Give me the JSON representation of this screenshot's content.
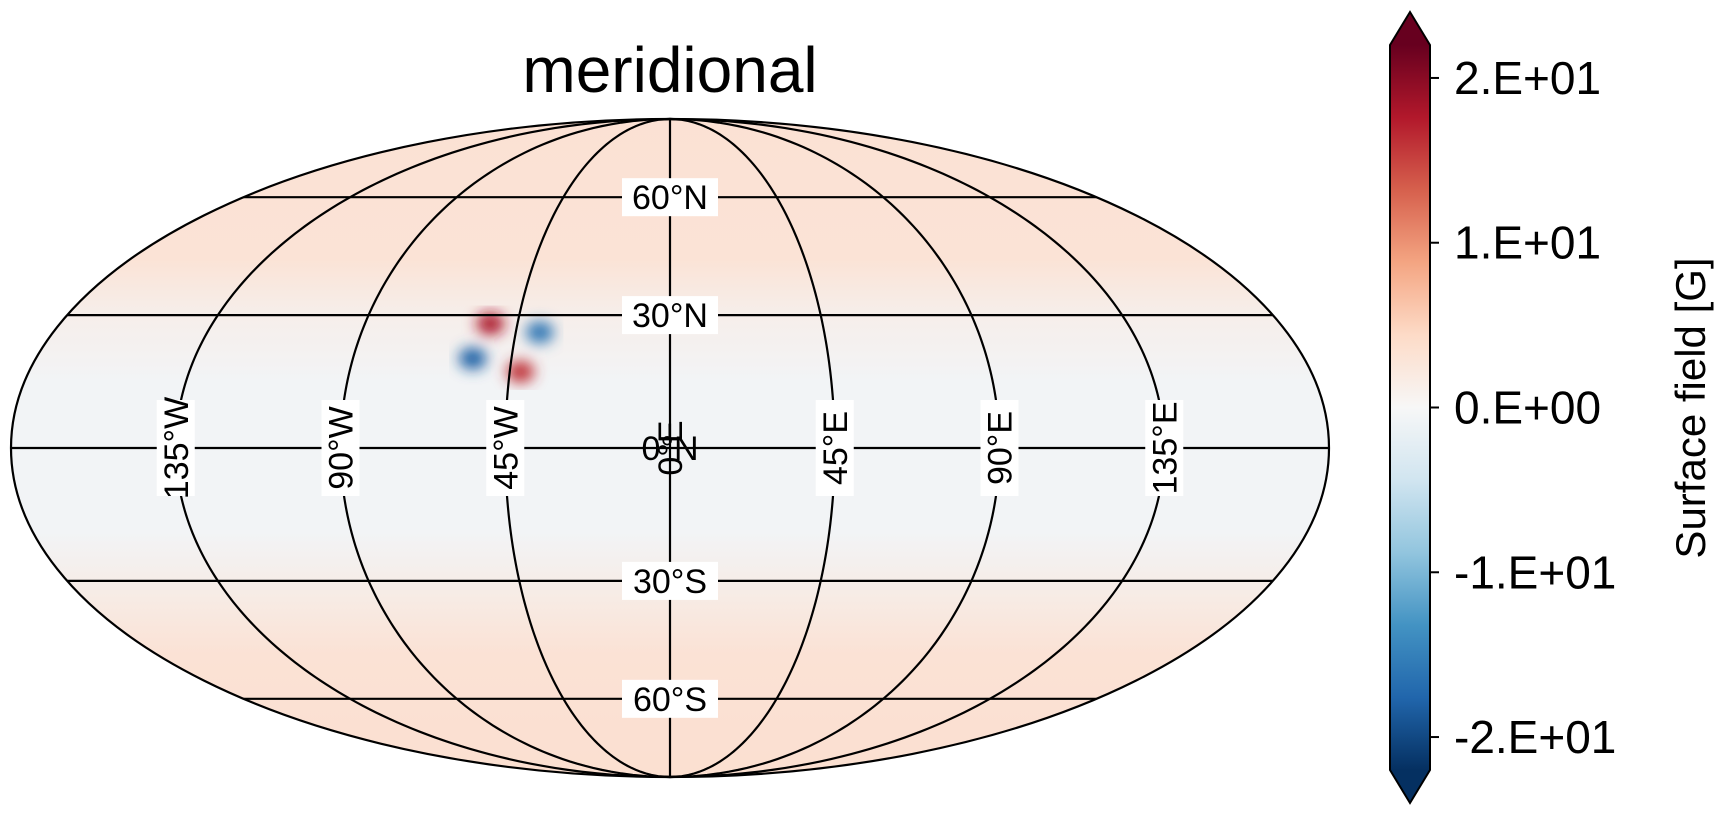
{
  "title": "meridional",
  "map": {
    "projection": "mollweide",
    "graticule": {
      "meridians": [
        -135,
        -90,
        -45,
        0,
        45,
        90,
        135
      ],
      "parallels": [
        -60,
        -30,
        0,
        30,
        60
      ],
      "meridian_labels": [
        "135°W",
        "90°W",
        "45°W",
        "0°E",
        "45°E",
        "90°E",
        "135°E"
      ],
      "parallel_labels": [
        "60°S",
        "30°S",
        "0°N",
        "30°N",
        "60°N"
      ]
    },
    "features": [
      {
        "lon": -53,
        "lat": 28,
        "sign": "positive",
        "amplitude": 18
      },
      {
        "lon": -38,
        "lat": 26,
        "sign": "negative",
        "amplitude": 16
      },
      {
        "lon": -56,
        "lat": 20,
        "sign": "negative",
        "amplitude": 18
      },
      {
        "lon": -42,
        "lat": 17,
        "sign": "positive",
        "amplitude": 16
      }
    ]
  },
  "colorbar": {
    "label": "Surface field [G]",
    "ticks": [
      {
        "value": 20,
        "label": "2.E+01"
      },
      {
        "value": 10,
        "label": "1.E+01"
      },
      {
        "value": 0,
        "label": "0.E+00"
      },
      {
        "value": -10,
        "label": "-1.E+01"
      },
      {
        "value": -20,
        "label": "-2.E+01"
      }
    ],
    "range": [
      -22,
      22
    ],
    "extend": "both",
    "colormap": "RdBu_r",
    "colors": [
      "#053061",
      "#2166ac",
      "#4393c3",
      "#92c5de",
      "#d1e5f0",
      "#f7f7f7",
      "#fddbc7",
      "#f4a582",
      "#d6604d",
      "#b2182b",
      "#67001f"
    ]
  }
}
